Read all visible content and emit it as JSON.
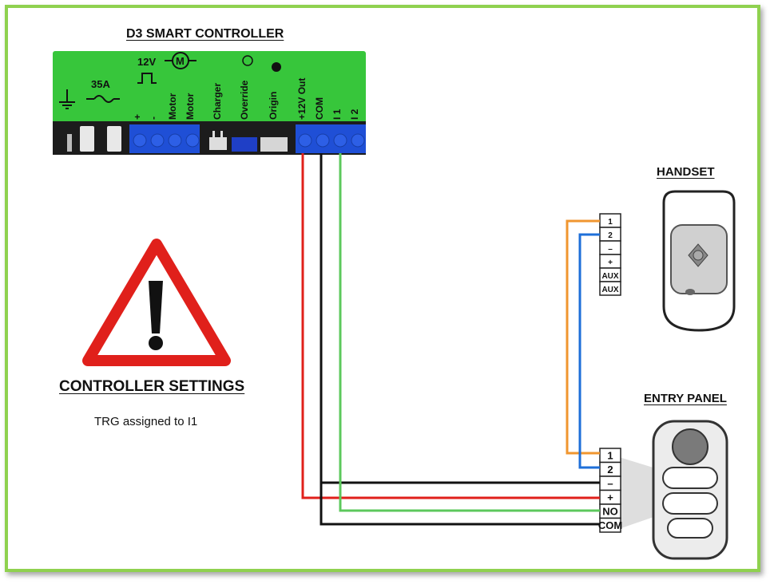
{
  "controller": {
    "title": "D3 SMART CONTROLLER",
    "fuse_label": "35A",
    "supply_label": "12V",
    "motor_symbol": "M",
    "terminals": [
      "+",
      "-",
      "Motor",
      "Motor",
      "Charger",
      "Override",
      "Origin",
      "+12V Out",
      "COM",
      "I 1",
      "I 2"
    ],
    "body_color": "#37c63b",
    "terminal_color": "#1f4fd6"
  },
  "handset": {
    "title": "HANDSET",
    "terminals": [
      "1",
      "2",
      "–",
      "+",
      "AUX",
      "AUX"
    ]
  },
  "entry_panel": {
    "title": "ENTRY PANEL",
    "terminals": [
      "1",
      "2",
      "–",
      "+",
      "NO",
      "COM"
    ]
  },
  "settings": {
    "title": "CONTROLLER SETTINGS",
    "note": "TRG assigned to I1"
  },
  "wire_colors": {
    "red": "#e0201b",
    "black": "#111111",
    "green": "#5cc85c",
    "orange": "#f0962f",
    "blue": "#1e6fd9"
  }
}
